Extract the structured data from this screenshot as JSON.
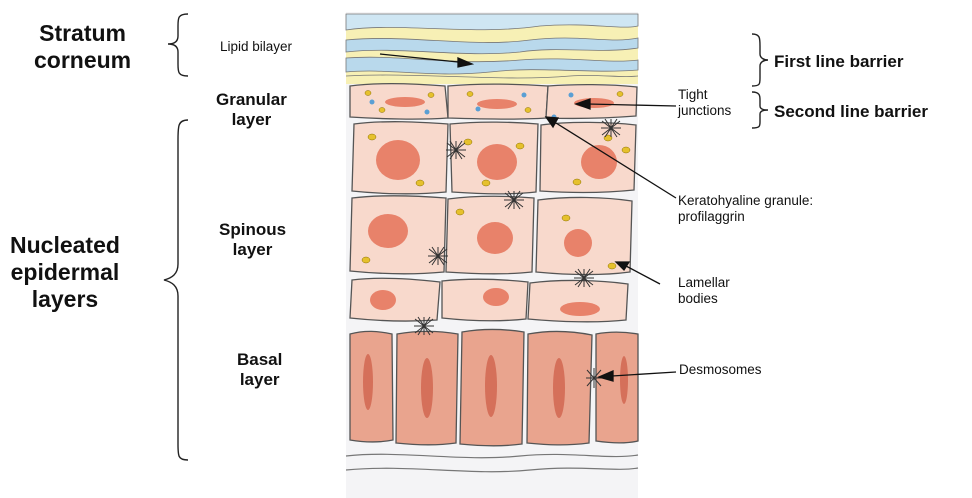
{
  "left_labels": {
    "stratum_corneum": [
      "Stratum",
      "corneum"
    ],
    "nucleated_layers": [
      "Nucleated",
      "epidermal",
      "layers"
    ]
  },
  "layer_labels": {
    "granular": [
      "Granular",
      "layer"
    ],
    "spinous": [
      "Spinous",
      "layer"
    ],
    "basal": [
      "Basal",
      "layer"
    ]
  },
  "annotations": {
    "lipid_bilayer": "Lipid bilayer",
    "tight_junctions": [
      "Tight",
      "junctions"
    ],
    "keratohyaline": [
      "Keratohyaline granule:",
      "profilaggrin"
    ],
    "lamellar_bodies": [
      "Lamellar",
      "bodies"
    ],
    "desmosomes": "Desmosomes"
  },
  "barriers": {
    "first": "First line barrier",
    "second": "Second line barrier"
  },
  "colors": {
    "cell_fill": "#f8d9cc",
    "nucleus": "#e8826a",
    "basal_cell": "#e9a48e",
    "lipid_yellow": "#f7f0b5",
    "lipid_blue": "#b9d9ec",
    "granule_yellow": "#e6c12d",
    "granule_blue": "#5a9fd4",
    "outline": "#555555"
  }
}
